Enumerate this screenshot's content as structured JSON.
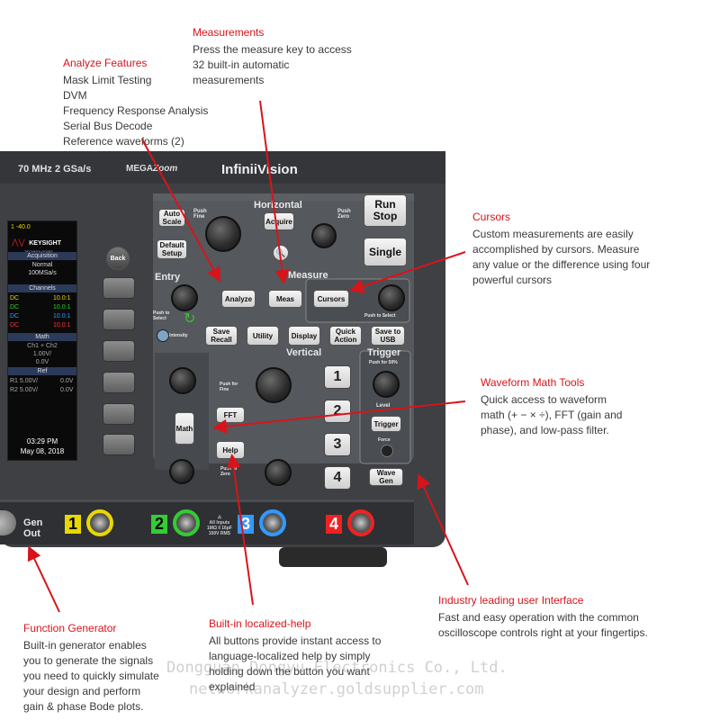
{
  "colors": {
    "accent": "#d8141b",
    "text": "#3a3a3a",
    "panel": "#3c3e42"
  },
  "annotations": {
    "analyze": {
      "title": "Analyze Features",
      "lines": [
        "Mask Limit Testing",
        "DVM",
        "Frequency Response Analysis",
        "Serial Bus Decode",
        "Reference waveforms (2)"
      ]
    },
    "measurements": {
      "title": "Measurements",
      "lines": [
        "Press the measure key to access",
        "32 built-in automatic",
        "measurements"
      ]
    },
    "cursors": {
      "title": "Cursors",
      "lines": [
        "Custom measurements are easily",
        "accomplished by cursors. Measure",
        "any value or the difference using four",
        "powerful cursors"
      ]
    },
    "waveform_math": {
      "title": "Waveform Math Tools",
      "lines": [
        "Quick access to waveform",
        "math (+ − × ÷), FFT (gain and",
        "phase), and low-pass filter."
      ]
    },
    "ui": {
      "title": "Industry leading user Interface",
      "lines": [
        "Fast and easy operation with the common",
        "oscilloscope controls right at your fingertips."
      ]
    },
    "function_gen": {
      "title": "Function Generator",
      "lines": [
        "Built-in generator enables",
        "you to generate the signals",
        "you need to quickly simulate",
        "your design and perform",
        "gain & phase Bode plots."
      ]
    },
    "help": {
      "title": "Built-in localized-help",
      "lines": [
        "All buttons provide instant access to",
        "language-localized help by simply",
        "holding down the button you want",
        "explained"
      ]
    }
  },
  "scope": {
    "spec": "70 MHz  2 GSa/s",
    "mega": "MEGA",
    "zoom": "Zoom",
    "brand": "InfiniiVision",
    "sections": {
      "horizontal": "Horizontal",
      "measure": "Measure",
      "entry": "Entry",
      "vertical": "Vertical",
      "trigger": "Trigger",
      "level": "Level"
    },
    "small": {
      "push_fine": "Push Fine",
      "push_zero": "Push Zero",
      "push_select": "Push to Select",
      "push_select2": "Push to Select",
      "push_fine2": "Push for Fine",
      "push_zero2": "Push to Zero",
      "push50": "Push for 50%",
      "force": "Force",
      "intensity": "Intensity"
    },
    "buttons": {
      "auto_scale": "Auto Scale",
      "acquire": "Acquire",
      "default_setup": "Default Setup",
      "back": "Back",
      "run_stop_1": "Run",
      "run_stop_2": "Stop",
      "single": "Single",
      "analyze": "Analyze",
      "meas": "Meas",
      "cursors": "Cursors",
      "save_recall": "Save Recall",
      "utility": "Utility",
      "display": "Display",
      "quick_action": "Quick Action",
      "save_usb": "Save to USB",
      "fft": "FFT",
      "math": "Math",
      "help": "Help",
      "trigger": "Trigger",
      "wave_gen": "Wave Gen"
    },
    "channels": [
      "1",
      "2",
      "3",
      "4"
    ],
    "gen_out": [
      "Gen",
      "Out"
    ],
    "inputs_warning": [
      "All Inputs",
      "1MΩ ‖ 16pF",
      "150V RMS"
    ],
    "screen": {
      "top": "1   -40.0",
      "logo": "KEYSIGHT",
      "logo_sub": "TECHNOLOGIES",
      "acq_head": "Acquisition",
      "acq_lines": [
        "Normal",
        "100MSa/s"
      ],
      "ch_head": "Channels",
      "ch_rows": [
        {
          "l": "DC",
          "r": "10.0:1",
          "c": "#e8d800"
        },
        {
          "l": "DC",
          "r": "10.0:1",
          "c": "#33cc33"
        },
        {
          "l": "DC",
          "r": "10.0:1",
          "c": "#3399ff"
        },
        {
          "l": "DC",
          "r": "10.0:1",
          "c": "#ff3333"
        }
      ],
      "math_head": "Math",
      "math_lines": [
        "Ch1 + Ch2",
        "1.00V/",
        "0.0V"
      ],
      "ref_head": "Ref",
      "ref_rows": [
        {
          "l": "R1  5.00V/",
          "r": "0.0V"
        },
        {
          "l": "R2  5.00V/",
          "r": "0.0V"
        }
      ],
      "time": "03:29 PM",
      "date": "May 08, 2018"
    }
  },
  "watermark": [
    "Dongguan Dongyu Electronics Co., Ltd.",
    "networkanalyzer.goldsupplier.com"
  ]
}
